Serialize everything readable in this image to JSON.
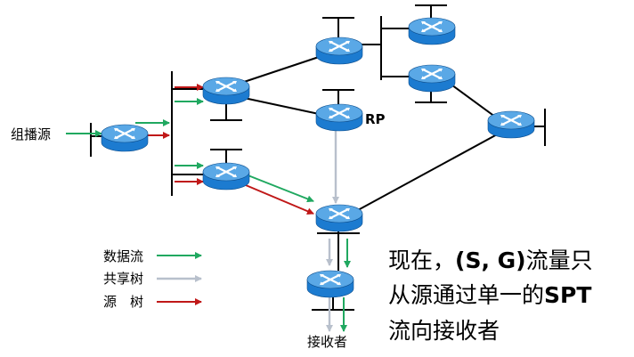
{
  "labels": {
    "source": "组播源",
    "rp": "RP",
    "receiver": "接收者"
  },
  "legend": {
    "items": [
      {
        "label": "数据流",
        "color": "#20a860"
      },
      {
        "label": "共享树",
        "color": "#b8c0cc"
      },
      {
        "label": "源　树",
        "color": "#c01818"
      }
    ]
  },
  "caption": {
    "line1_a": "现在，",
    "line1_b": "(S, G)",
    "line1_c": "流量只",
    "line2_a": "从源通过单一的",
    "line2_b": "SPT",
    "line3": "流向接收者"
  },
  "colors": {
    "router_body": "#1c7bd0",
    "router_top": "#5aa8e6",
    "data_flow": "#20a860",
    "shared_tree": "#b8c0cc",
    "source_tree": "#c01818"
  }
}
